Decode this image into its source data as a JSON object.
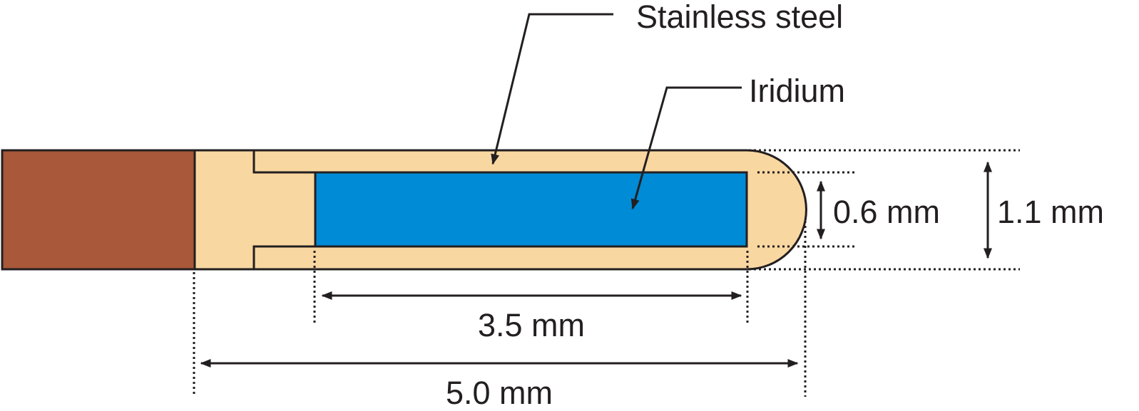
{
  "labels": {
    "stainless_steel": "Stainless steel",
    "iridium": "Iridium"
  },
  "dimensions": {
    "inner_diameter": "0.6 mm",
    "outer_diameter": "1.1 mm",
    "iridium_length": "3.5 mm",
    "total_length": "5.0 mm"
  },
  "colors": {
    "copper": "#a9583a",
    "steel": "#f9d7a0",
    "iridium": "#008bd6",
    "line": "#231f20"
  }
}
